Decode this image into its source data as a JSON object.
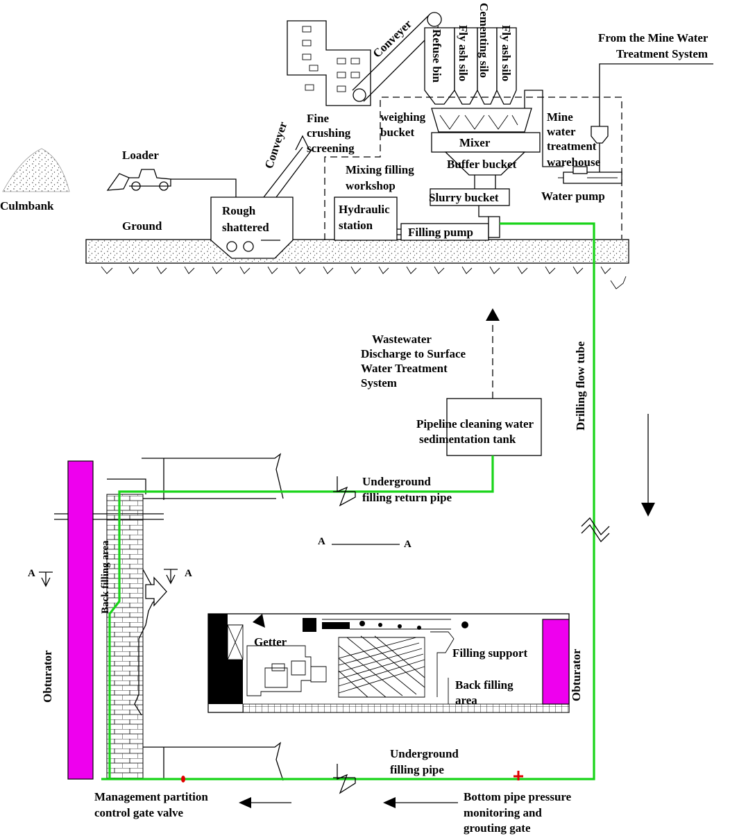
{
  "labels": {
    "culmbank": "Culmbank",
    "loader": "Loader",
    "ground": "Ground",
    "rough_1": "Rough",
    "rough_2": "shattered",
    "conveyer_left": "Conveyer",
    "conveyer_right": "Conveyer",
    "fine_1": "Fine",
    "fine_2": "crushing",
    "fine_3": "screening",
    "refuse_bin": "Refuse bin",
    "fly_ash_silo_1": "Fly ash silo",
    "cementing_silo": "Cementing silo",
    "fly_ash_silo_2": "Fly ash silo",
    "weighing_1": "weighing",
    "weighing_2": "bucket",
    "mixer": "Mixer",
    "buffer_bucket": "Buffer bucket",
    "mixing_1": "Mixing filling",
    "mixing_2": "workshop",
    "slurry_bucket": "Slurry bucket",
    "hydraulic_1": "Hydraulic",
    "hydraulic_2": "station",
    "filling_pump": "Filling pump",
    "mine_water_1": "Mine",
    "mine_water_2": "water",
    "mine_water_3": "treatment",
    "mine_water_4": "warehouse",
    "water_pump": "Water pump",
    "from_mine_1": "From the Mine Water",
    "from_mine_2": "Treatment System",
    "wastewater_1": "Wastewater",
    "wastewater_2": "Discharge to Surface",
    "wastewater_3": "Water Treatment",
    "wastewater_4": "System",
    "pipeline_1": "Pipeline cleaning water",
    "pipeline_2": "sedimentation tank",
    "drilling_flow_tube": "Drilling flow tube",
    "return_1": "Underground",
    "return_2": "filling return pipe",
    "section_a": "A",
    "back_filling_area_vertical": "Back filling area",
    "obturator_left": "Obturator",
    "obturator_right": "Obturator",
    "getter": "Getter",
    "filling_support": "Filling support",
    "back_fill_1": "Back filling",
    "back_fill_2": "area",
    "ufp_1": "Underground",
    "ufp_2": "filling pipe",
    "gate_1": "Management partition",
    "gate_2": "control gate valve",
    "bottom_1": "Bottom pipe pressure",
    "bottom_2": "monitoring and",
    "bottom_3": "grouting gate"
  },
  "colors": {
    "pipe": "#18d418",
    "obturator": "#ee00ee",
    "valve": "#e00000"
  }
}
